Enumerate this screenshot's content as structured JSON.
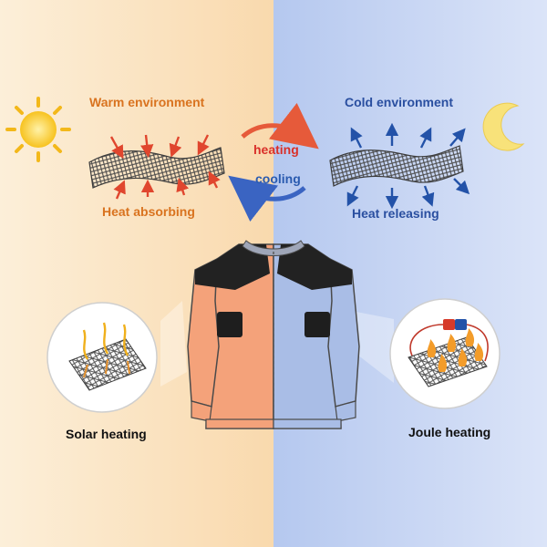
{
  "warm": {
    "environment_label": "Warm environment",
    "process_label": "Heat absorbing",
    "color": "#d9731f"
  },
  "cold": {
    "environment_label": "Cold environment",
    "process_label": "Heat releasing",
    "color": "#2a4fa0"
  },
  "cycle": {
    "heating_label": "heating",
    "cooling_label": "cooling",
    "heating_color": "#d9302a",
    "cooling_color": "#2a5bb0"
  },
  "insets": {
    "solar_label": "Solar heating",
    "joule_label": "Joule heating"
  },
  "icons": [
    "sun-icon",
    "moon-icon",
    "heating-arrow-icon",
    "cooling-arrow-icon",
    "battery-icon",
    "flame-icon"
  ],
  "colors": {
    "bg_warm": "#fbe7c9",
    "bg_cold": "#bccdf0",
    "jacket_warm": "#f4a27a",
    "jacket_cold": "#a9bde6",
    "shoulders": "#222222"
  }
}
